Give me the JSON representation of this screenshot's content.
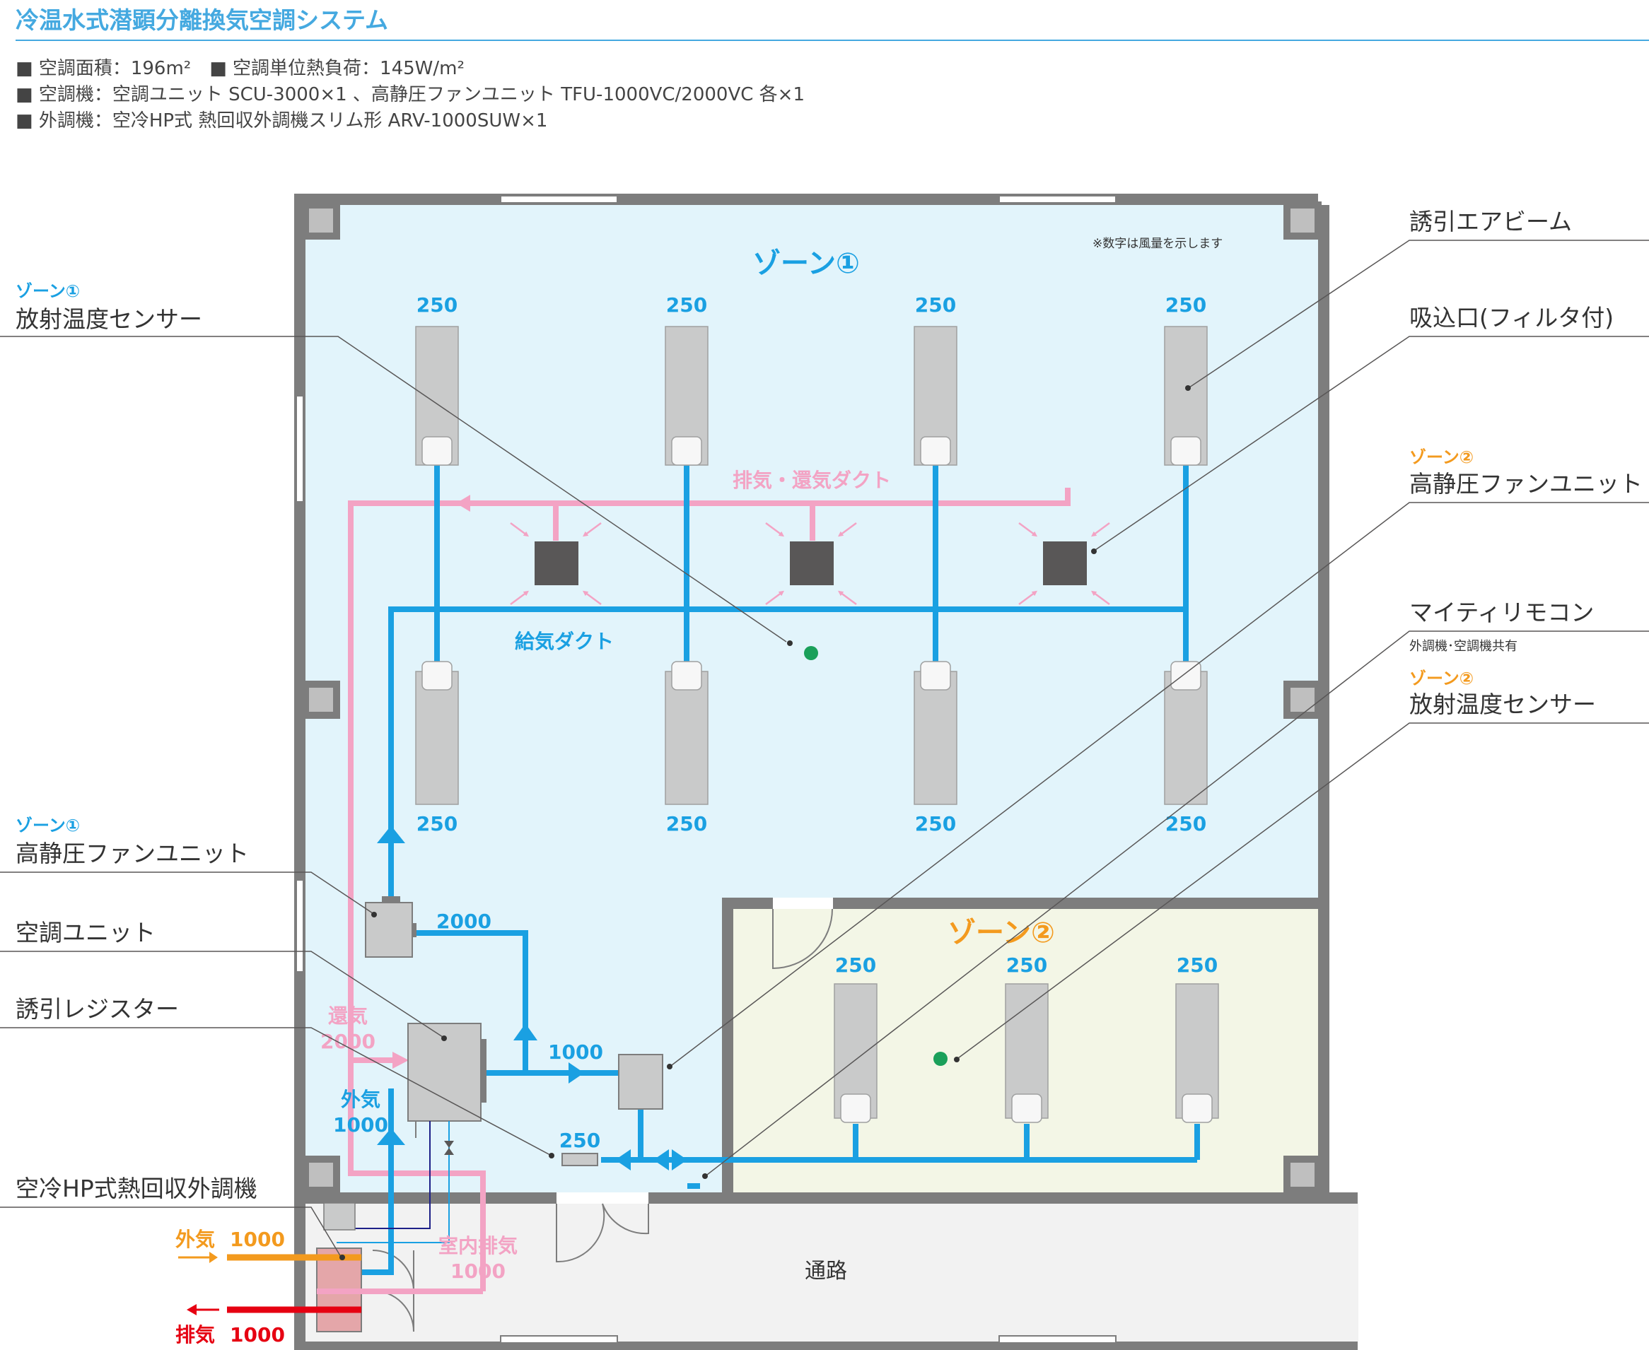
{
  "title": "冷温水式潜顕分離換気空調システム",
  "specs": [
    "■ 空調面積：196m²　■ 空調単位熱負荷：145W/m²",
    "■ 空調機：空調ユニット SCU-3000×1 、高静圧ファンユニット TFU-1000VC/2000VC 各×1",
    "■ 外調機：空冷HP式 熱回収外調機スリム形 ARV-1000SUW×1"
  ],
  "note": "※数字は風量を示します",
  "zones": {
    "zone1": "ゾーン①",
    "zone2": "ゾーン②"
  },
  "corridor": "通路",
  "beam_airflow": "250",
  "register_airflow": "250",
  "duct_labels": {
    "exhaust_return": "排気・還気ダクト",
    "supply": "給気ダクト"
  },
  "flows": {
    "fan_out": "2000",
    "unit_out": "1000",
    "return_air": [
      "還気",
      "2000"
    ],
    "outdoor_air_in": [
      "外気",
      "1000"
    ],
    "room_exhaust": [
      "室内排気",
      "1000"
    ],
    "outdoor_intake": [
      "外気",
      "1000"
    ],
    "exhaust_out": [
      "排気",
      "1000"
    ]
  },
  "left_labels": [
    {
      "zone": "ゾーン①",
      "text": "放射温度センサー"
    },
    {
      "zone": "ゾーン①",
      "text": "高静圧ファンユニット"
    },
    {
      "zone": "",
      "text": "空調ユニット"
    },
    {
      "zone": "",
      "text": "誘引レジスター"
    },
    {
      "zone": "",
      "text": "空冷HP式熱回収外調機"
    }
  ],
  "right_labels": [
    {
      "zone": "",
      "text": "誘引エアビーム",
      "sub": ""
    },
    {
      "zone": "",
      "text": "吸込口(フィルタ付)",
      "sub": ""
    },
    {
      "zone": "ゾーン②",
      "text": "高静圧ファンユニット",
      "sub": ""
    },
    {
      "zone": "",
      "text": "マイティリモコン",
      "sub": "外調機･空調機共有"
    },
    {
      "zone": "ゾーン②",
      "text": "放射温度センサー",
      "sub": ""
    }
  ],
  "colors": {
    "supply_blue": "#1aa0e2",
    "exhaust_pink": "#f3a3c4",
    "zone1_fill": "#e2f4fb",
    "zone2_fill": "#f3f6e6",
    "zone2_orange": "#f39a1e",
    "outdoor_orange": "#f39a1e",
    "exhaust_red": "#e60012",
    "wall_gray": "#7d7d7d",
    "sensor_green": "#1aa05a",
    "grille_dark": "#595757"
  }
}
